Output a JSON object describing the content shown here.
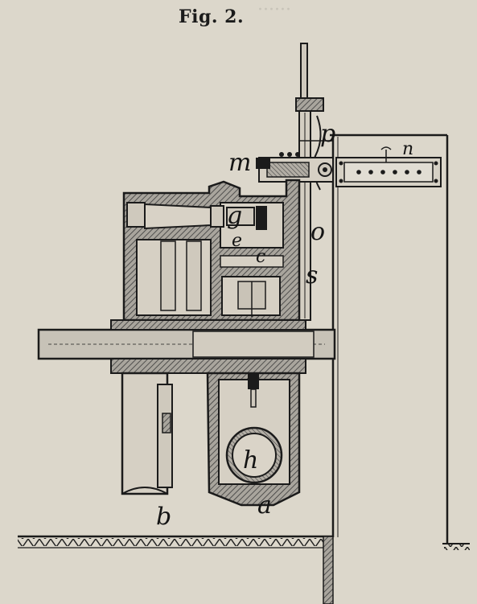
{
  "figure": {
    "caption": "Fig. 2."
  },
  "labels": {
    "m": "m",
    "p": "p",
    "n": "n",
    "g": "g",
    "e": "e",
    "c": "c",
    "o": "o",
    "s": "s",
    "h": "h",
    "b": "b",
    "a": "a"
  },
  "colors": {
    "paper": "#dcd7cb",
    "ink": "#1b1b1b",
    "hatch": "#8f8c86"
  }
}
